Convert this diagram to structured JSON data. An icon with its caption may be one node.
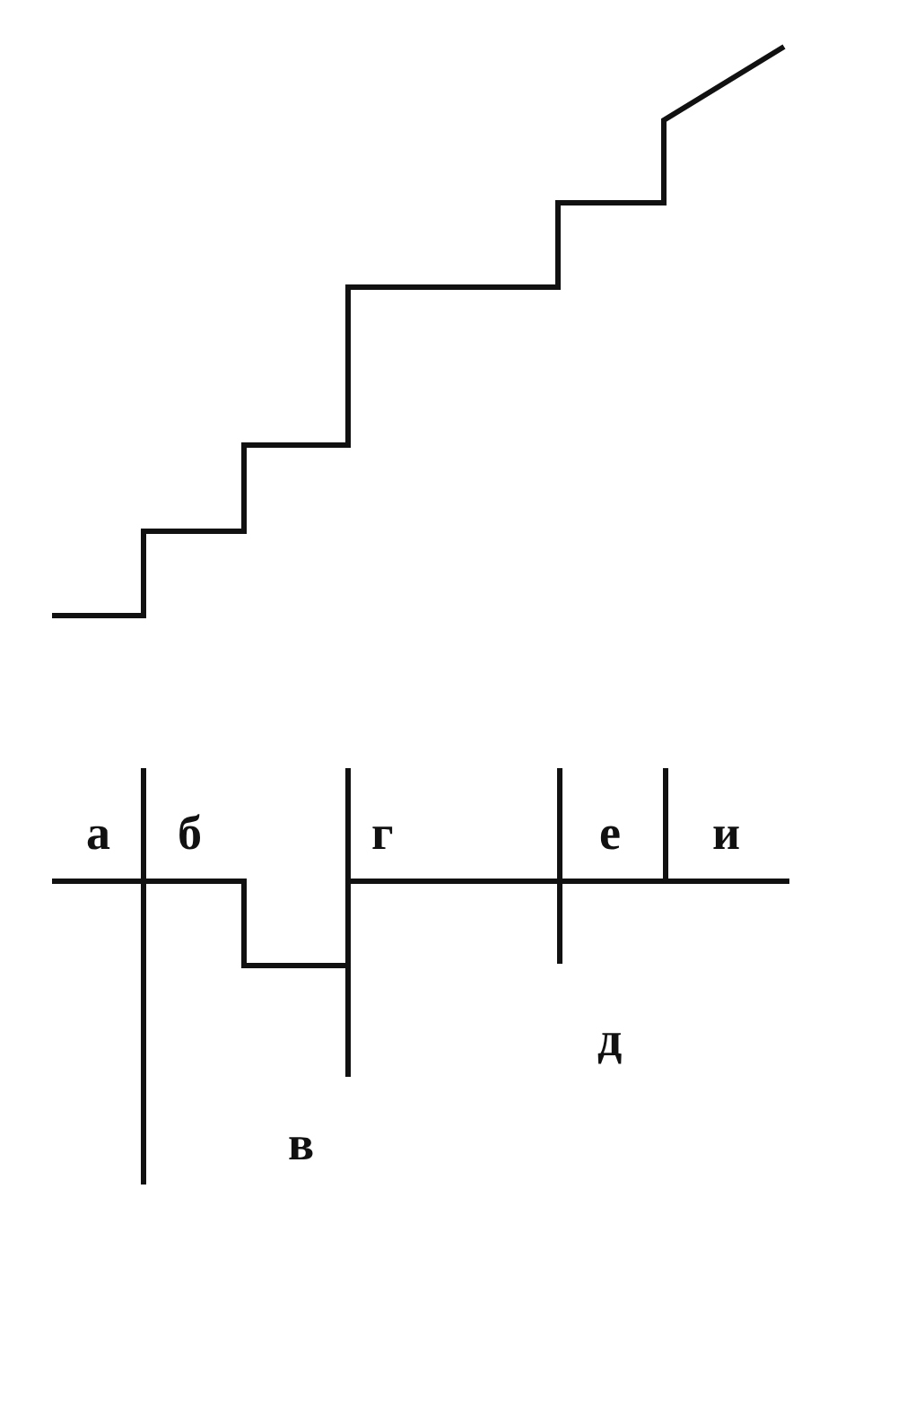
{
  "diagram": {
    "labels": [
      "а",
      "б",
      "г",
      "е",
      "и",
      "д",
      "в"
    ]
  }
}
